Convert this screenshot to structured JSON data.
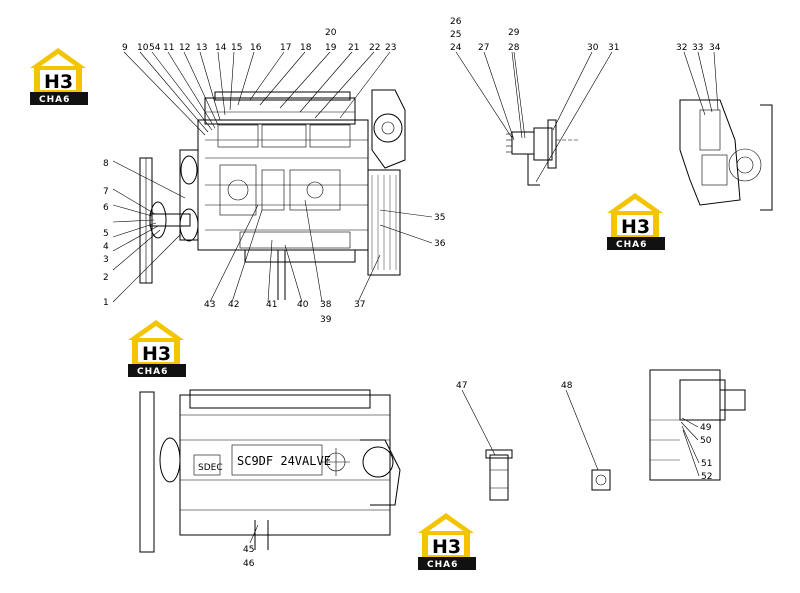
{
  "callouts": {
    "c1": "1",
    "c2": "2",
    "c3": "3",
    "c4": "4",
    "c5": "5",
    "c6": "6",
    "c7": "7",
    "c8": "8",
    "c9": "9",
    "c10": "10",
    "c54": "54",
    "c11": "11",
    "c12": "12",
    "c13": "13",
    "c14": "14",
    "c15": "15",
    "c16": "16",
    "c17": "17",
    "c18": "18",
    "c19": "19",
    "c20": "20",
    "c21": "21",
    "c22": "22",
    "c23": "23",
    "c24": "24",
    "c25": "25",
    "c26": "26",
    "c27": "27",
    "c28": "28",
    "c29": "29",
    "c30": "30",
    "c31": "31",
    "c32": "32",
    "c33": "33",
    "c34": "34",
    "c35": "35",
    "c36": "36",
    "c37": "37",
    "c38": "38",
    "c39": "39",
    "c40": "40",
    "c41": "41",
    "c42": "42",
    "c43": "43",
    "c45": "45",
    "c46": "46",
    "c47": "47",
    "c48": "48",
    "c49": "49",
    "c50": "50",
    "c51": "51",
    "c52": "52"
  },
  "engine": {
    "model_label": "SC9DF 24VALVE",
    "brand_mark": "SDEC"
  },
  "logo": {
    "mark": "H3",
    "subtitle": "CHA6",
    "colors": {
      "roof": "#f2c500",
      "block": "#111111",
      "text_bg": "#111111"
    }
  }
}
